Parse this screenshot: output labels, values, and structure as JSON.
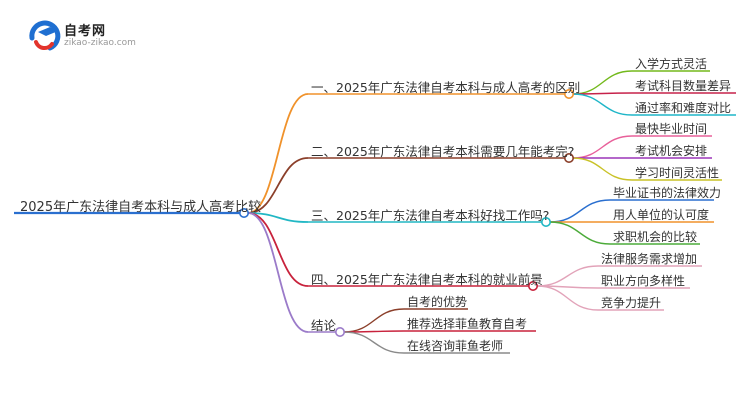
{
  "logo": {
    "title": "自考网",
    "subtitle": "zikao-zikao.com"
  },
  "mindmap": {
    "root": "2025年广东法律自考本科与成人高考比较",
    "branches": [
      {
        "label": "一、2025年广东法律自考本科与成人高考的区别",
        "color": "#f0922b",
        "children": [
          {
            "label": "入学方式灵活",
            "color": "#73b91c"
          },
          {
            "label": "考试科目数量差异",
            "color": "#c6224a"
          },
          {
            "label": "通过率和难度对比",
            "color": "#1fb6c8"
          }
        ]
      },
      {
        "label": "二、2025年广东法律自考本科需要几年能考完?",
        "color": "#8b3f2a",
        "children": [
          {
            "label": "最快毕业时间",
            "color": "#e8609a"
          },
          {
            "label": "考试机会安排",
            "color": "#9b35b8"
          },
          {
            "label": "学习时间灵活性",
            "color": "#c9c227"
          }
        ]
      },
      {
        "label": "三、2025年广东法律自考本科好找工作吗?",
        "color": "#21b7c4",
        "children": [
          {
            "label": "毕业证书的法律效力",
            "color": "#2a6fcf"
          },
          {
            "label": "用人单位的认可度",
            "color": "#f0922b"
          },
          {
            "label": "求职机会的比较",
            "color": "#4cab3a"
          }
        ]
      },
      {
        "label": "四、2025年广东法律自考本科的就业前景",
        "color": "#c8223c",
        "children": [
          {
            "label": "法律服务需求增加",
            "color": "#e2a3b9"
          },
          {
            "label": "职业方向多样性",
            "color": "#e2a3b9"
          },
          {
            "label": "竞争力提升",
            "color": "#e2a3b9"
          }
        ]
      },
      {
        "label": "结论",
        "color": "#9b7bc9",
        "children": [
          {
            "label": "自考的优势",
            "color": "#8b3f2a"
          },
          {
            "label": "推荐选择菲鱼教育自考",
            "color": "#c8223c"
          },
          {
            "label": "在线咨询菲鱼老师",
            "color": "#8a8a8a"
          }
        ]
      }
    ],
    "root_color": "#2a6fcf"
  }
}
